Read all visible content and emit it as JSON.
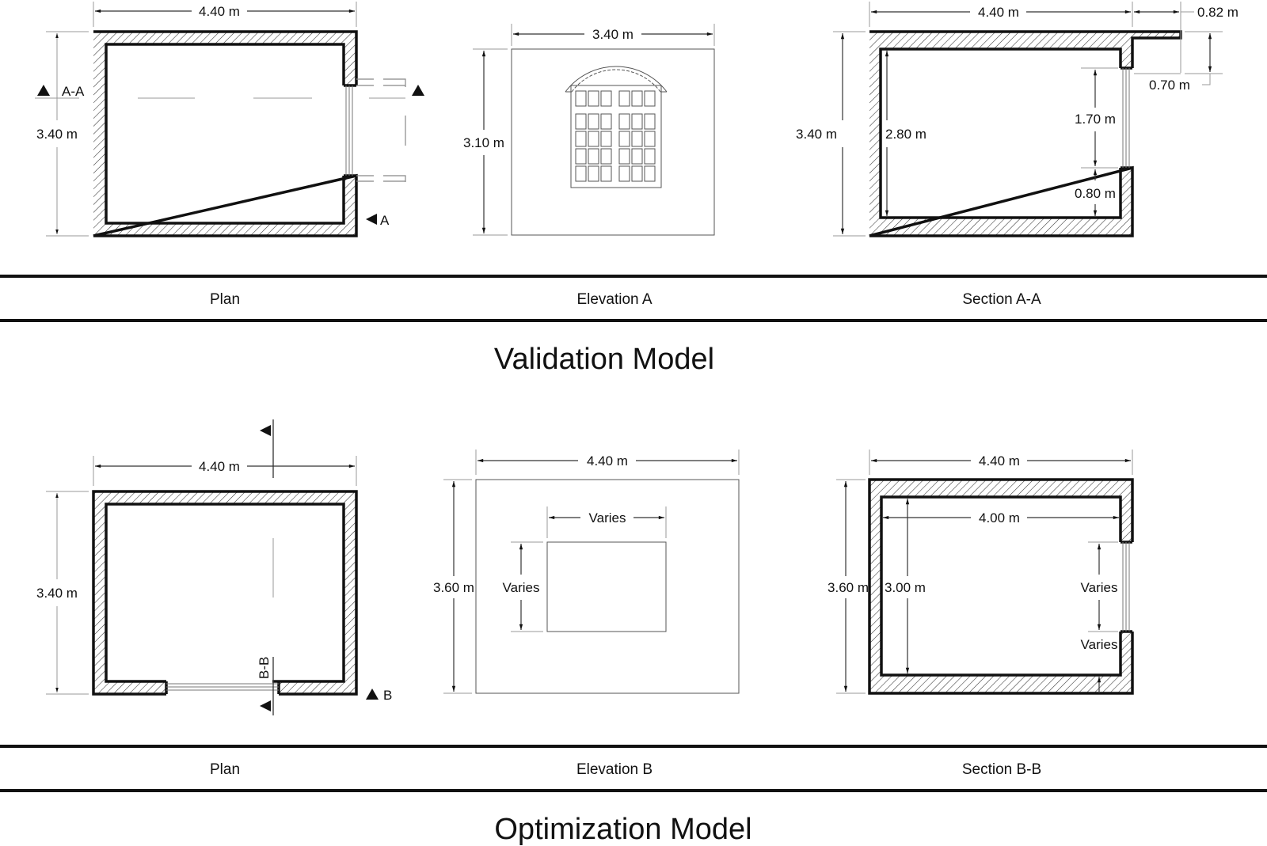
{
  "validation": {
    "title": "Validation Model",
    "captions": {
      "plan": "Plan",
      "elevation": "Elevation A",
      "section": "Section A-A"
    },
    "plan": {
      "width": "4.40 m",
      "depth": "3.40 m",
      "section_marker": "A-A",
      "view_marker": "A"
    },
    "elevation": {
      "width": "3.40 m",
      "height": "3.10 m",
      "window_pane_columns": 6,
      "window_pane_rows": 5
    },
    "section": {
      "width": "4.40 m",
      "overhang": "0.82 m",
      "overhang_drop": "0.70 m",
      "height": "3.40 m",
      "inner_height": "2.80 m",
      "window_height": "1.70 m",
      "sill_height": "0.80 m"
    }
  },
  "optimization": {
    "title": "Optimization Model",
    "captions": {
      "plan": "Plan",
      "elevation": "Elevation B",
      "section": "Section B-B"
    },
    "plan": {
      "width": "4.40 m",
      "depth": "3.40 m",
      "section_marker": "B-B",
      "view_marker": "B"
    },
    "elevation": {
      "width": "4.40 m",
      "height": "3.60 m",
      "window_width": "Varies",
      "window_height": "Varies"
    },
    "section": {
      "width": "4.40 m",
      "inner_width": "4.00 m",
      "height": "3.60 m",
      "inner_height": "3.00 m",
      "window_height": "Varies",
      "sill_height": "Varies"
    }
  }
}
